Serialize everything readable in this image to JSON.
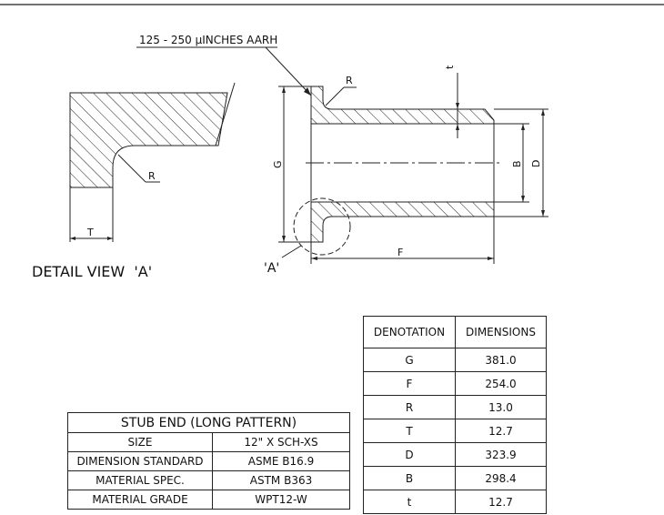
{
  "detail": {
    "title": "DETAIL VIEW  'A'",
    "r_label": "R",
    "t_label": "T"
  },
  "main": {
    "finish_note": "125 - 250 μINCHES AARH",
    "r_label": "R",
    "t_label": "t",
    "g_label": "G",
    "b_label": "B",
    "d_label": "D",
    "f_label": "F",
    "detail_ref": "'A'"
  },
  "dimensions_table": {
    "headers": [
      "DENOTATION",
      "DIMENSIONS"
    ],
    "rows": [
      [
        "G",
        "381.0"
      ],
      [
        "F",
        "254.0"
      ],
      [
        "R",
        "13.0"
      ],
      [
        "T",
        "12.7"
      ],
      [
        "D",
        "323.9"
      ],
      [
        "B",
        "298.4"
      ],
      [
        "t",
        "12.7"
      ]
    ]
  },
  "spec_table": {
    "title": "STUB END (LONG PATTERN)",
    "rows": [
      [
        "SIZE",
        "12\" X SCH-XS"
      ],
      [
        "DIMENSION STANDARD",
        "ASME B16.9"
      ],
      [
        "MATERIAL SPEC.",
        "ASTM B363"
      ],
      [
        "MATERIAL GRADE",
        "WPT12-W"
      ]
    ]
  }
}
